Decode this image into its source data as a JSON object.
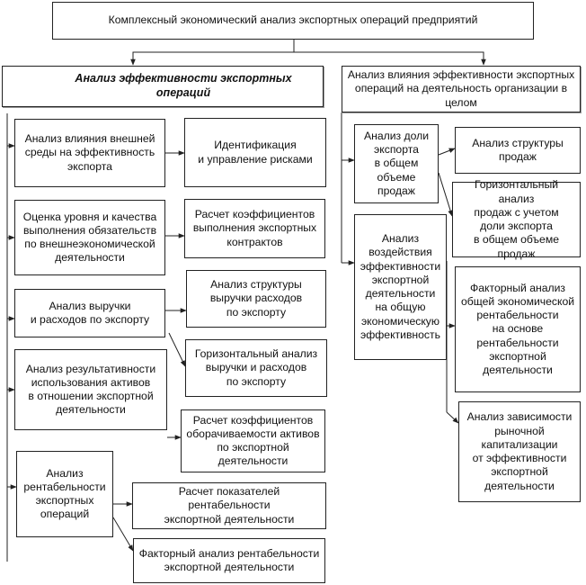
{
  "diagram": {
    "root": "Комплексный экономический анализ экспортных операций предприятий",
    "left": {
      "title": "Анализ эффективности экспортных операций",
      "nodes": [
        "Анализ влияния внешней\nсреды на эффективность\nэкспорта",
        "Идентификация\nи управление рисками",
        "Оценка уровня и качества\nвыполнения обязательств\nпо внешнеэкономической\nдеятельности",
        "Расчет коэффициентов\nвыполнения экспортных\nконтрактов",
        "Анализ выручки\nи расходов по экспорту",
        "Анализ структуры\nвыручки расходов\nпо экспорту",
        "Горизонтальный анализ\nвыручки и расходов\nпо экспорту",
        "Анализ результативности\nиспользования активов\nв отношении экспортной\nдеятельности",
        "Расчет коэффициентов\nоборачиваемости активов\nпо экспортной деятельности",
        "Анализ\nрентабельности\nэкспортных\nопераций",
        "Расчет показателей рентабельности\nэкспортной деятельности",
        "Факторный анализ рентабельности\nэкспортной деятельности"
      ]
    },
    "right": {
      "title": "Анализ влияния эффективности экспортных\nопераций на деятельность организации в целом",
      "nodes": [
        "Анализ доли\nэкспорта\nв общем\nобъеме продаж",
        "Анализ структуры\nпродаж",
        "Горизонтальный анализ\nпродаж с учетом\nдоли экспорта\nв общем объеме продаж",
        "Анализ\nвоздействия\nэффективности\nэкспортной\nдеятельности\nна общую\nэкономическую\nэффективность",
        "Факторный анализ\nобщей экономической\nрентабельности\nна основе\nрентабельности\nэкспортной\nдеятельности",
        "Анализ зависимости\nрыночной капитализации\nот эффективности\nэкспортной\nдеятельности"
      ]
    }
  }
}
